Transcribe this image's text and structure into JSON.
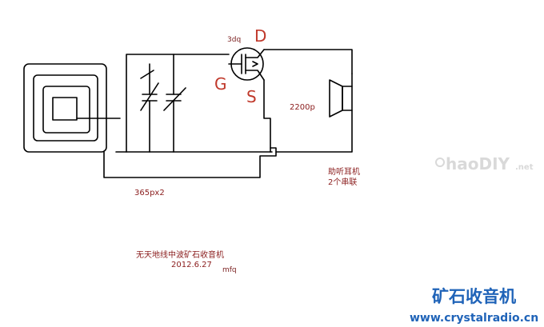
{
  "diagram": {
    "labels": {
      "drain_text": "3dq",
      "drain_hand": "D",
      "gate_hand": "G",
      "source_hand": "S",
      "cap_value": "2200p",
      "earphone_line1": "助听耳机",
      "earphone_line2": "2个串联",
      "variable_cap": "365px2",
      "title": "无天地线中波矿石收音机",
      "date": "2012.6.27",
      "author": "mfq"
    },
    "watermarks": {
      "haodiy": "haoDIY",
      "haodiy_net": ".net",
      "site_cn": "矿石收音机",
      "site_url": "www.crystalradio.cn"
    }
  },
  "colors": {
    "ink": "#000000",
    "label_red": "#8a1c1c",
    "hand_red": "#c0392b",
    "watermark_blue": "#1f63b8",
    "watermark_gray": "#d9d9d9"
  }
}
